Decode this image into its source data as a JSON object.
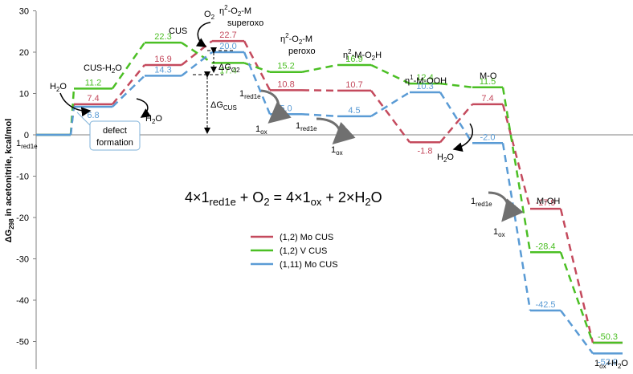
{
  "chart_data": {
    "type": "line",
    "ylabel": "ΔG298 in acetonitrile, kcal/mol",
    "ylabel_main": "ΔG",
    "ylabel_sub": "298",
    "ylabel_rest": " in acetonitrile, kcal/mol",
    "ylim": [
      -55,
      30
    ],
    "yticks": [
      30,
      20,
      10,
      0,
      -10,
      -20,
      -30,
      -40,
      -50
    ],
    "grid": false,
    "legend_position": "center",
    "series": [
      {
        "name": "(1,2) Mo CUS",
        "color": "#c44a5d",
        "levels": [
          0,
          7.4,
          16.9,
          22.7,
          10.8,
          10.7,
          -1.8,
          7.4,
          -17.9,
          -50.3
        ],
        "labels": [
          "",
          "7.4",
          "16.9",
          "22.7",
          "10.8",
          "10.7",
          "-1.8",
          "7.4",
          "-17.9",
          ""
        ]
      },
      {
        "name": "(1,2) V CUS",
        "color": "#4bbf24",
        "levels": [
          0,
          11.2,
          22.3,
          17.4,
          15.2,
          16.9,
          12.4,
          11.5,
          -28.4,
          -50.3
        ],
        "labels": [
          "",
          "11.2",
          "22.3",
          "17.4",
          "15.2",
          "16.9",
          "12.4",
          "11.5",
          "-28.4",
          "-50.3"
        ]
      },
      {
        "name": "(1,11) Mo CUS",
        "color": "#5a9bd5",
        "levels": [
          0,
          6.8,
          14.3,
          20.0,
          5.0,
          4.5,
          10.3,
          -2.0,
          -42.5,
          -52.9
        ],
        "labels": [
          "",
          "6.8",
          "14.3",
          "20.0",
          "5.0",
          "4.5",
          "10.3",
          "-2.0",
          "-42.5",
          "-52.9"
        ]
      }
    ],
    "annotations": {
      "cus": "CUS",
      "cus_h2o": "CUS-H2O",
      "eta2_superoxo_line1": "η2-O2-M",
      "eta2_superoxo_line2": "superoxo",
      "o2": "O2",
      "eta2_peroxo_line1": "η2-O2-M",
      "eta2_peroxo_line2": "peroxo",
      "eta2_o2h": "η2-M-O2H",
      "eta1_ooh": "η1-M-OOH",
      "mo": "M-O",
      "moh": "M-OH",
      "dg_o2": "ΔGO2",
      "dg_cus": "ΔGCUS",
      "h2o": "H2O",
      "defect_line1": "defect",
      "defect_line2": "formation",
      "one_red1e": "1red1e",
      "one_ox": "1ox",
      "final": "1ox+H2O",
      "equation": "4×1red1e + O2 = 4×1ox + 2×H2O"
    }
  }
}
